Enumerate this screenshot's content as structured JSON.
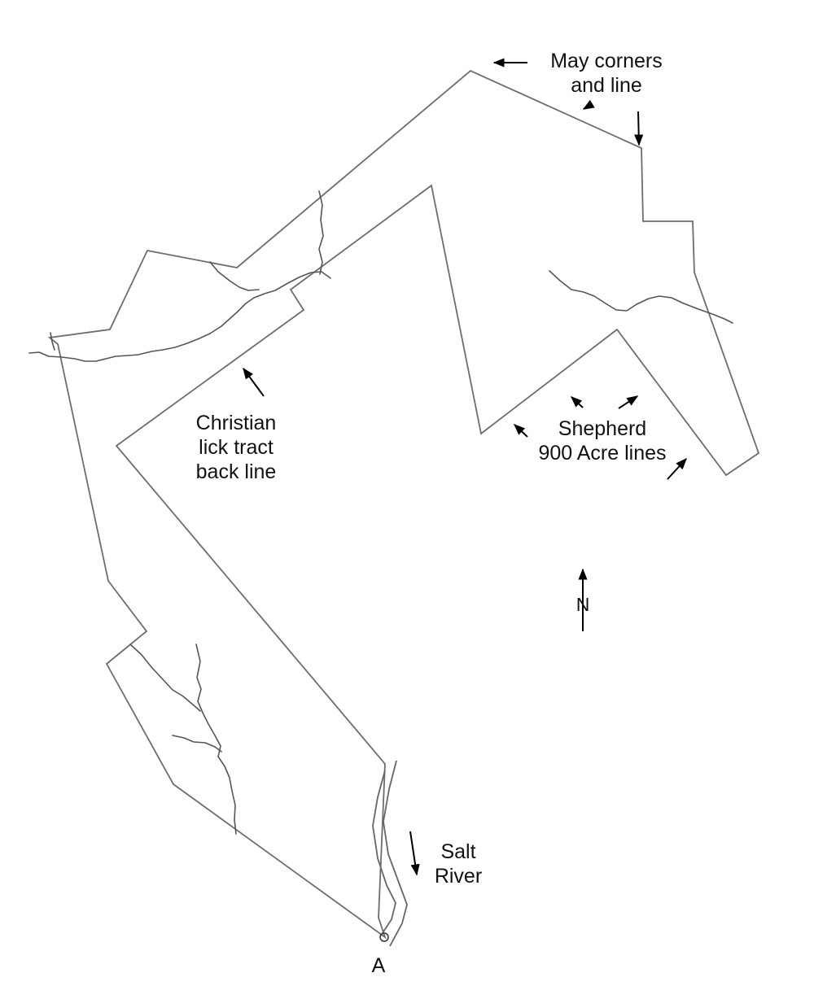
{
  "labels": {
    "may": "May corners\nand line",
    "christian": "Christian\nlick tract\nback line",
    "shepherd": "Shepherd\n900 Acre lines",
    "salt_river": "Salt\nRiver",
    "north": "N",
    "point_a": "A"
  },
  "colors": {
    "boundary": "#6d6d6d",
    "stream": "#555555",
    "arrow": "#000000",
    "background": "#ffffff"
  },
  "icons": {
    "north_arrow": "north-arrow-icon",
    "corner_marker": "corner-circle-icon"
  }
}
